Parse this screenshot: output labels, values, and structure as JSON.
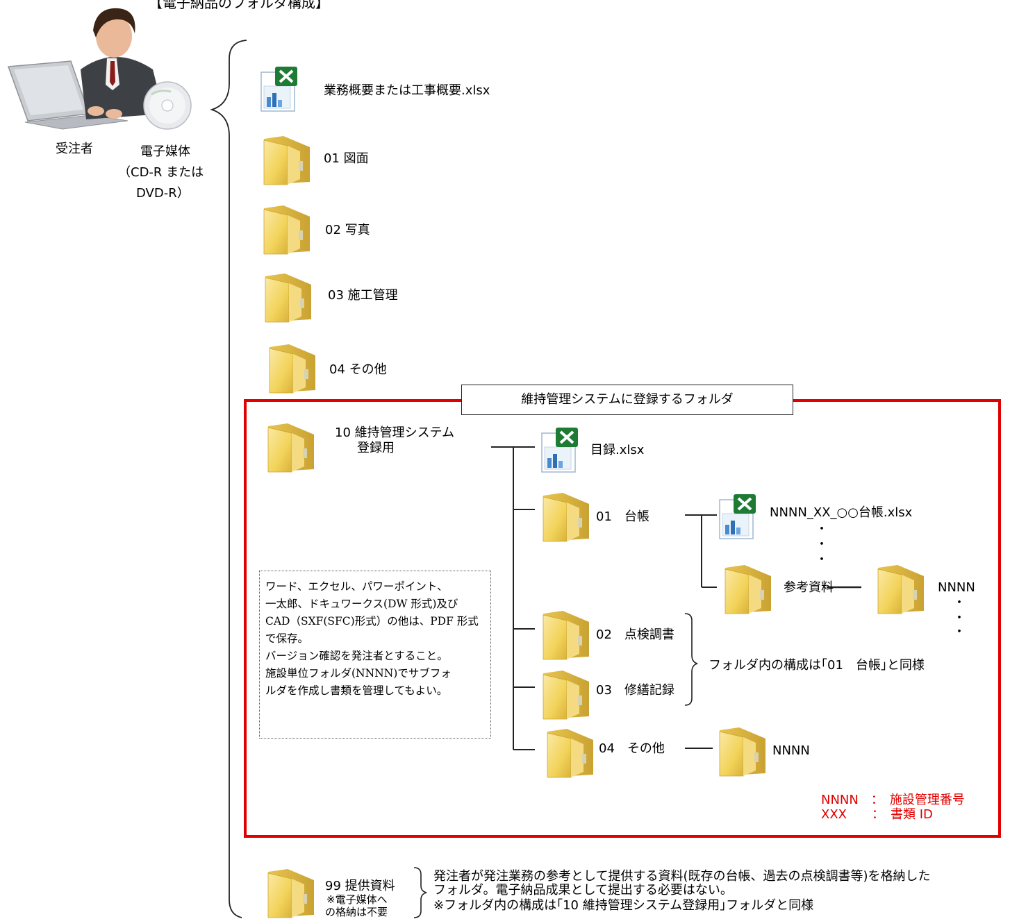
{
  "title": "【電子納品のフォルダ構成】",
  "actors": {
    "contractor": "受注者",
    "media_line1": "電子媒体",
    "media_line2": "（CD-R または",
    "media_line3": "DVD-R）"
  },
  "root_items": {
    "summary_file": "業務概要または工事概要.xlsx",
    "folder_01": "01 図面",
    "folder_02": "02 写真",
    "folder_03": "03 施工管理",
    "folder_04": "04 その他",
    "folder_99_line1": "99 提供資料",
    "folder_99_line2": "※電子媒体へ",
    "folder_99_line3": "の格納は不要"
  },
  "registration": {
    "banner": "維持管理システムに登録するフォルダ",
    "folder_10_line1": "10 維持管理システム",
    "folder_10_line2": "登録用",
    "catalog_file": "目録.xlsx",
    "sub_01": "01　台帳",
    "sub_02": "02　点検調書",
    "sub_03": "03　修繕記録",
    "sub_04": "04　その他",
    "ledger_file": "NNNN_XX_○○台帳.xlsx",
    "reference": "参考資料",
    "nnnn_a": "NNNN",
    "nnnn_b": "NNNN",
    "same_structure": "フォルダ内の構成は｢01　台帳｣と同様",
    "dots": "・",
    "legend_line1": "NNNN　：　施設管理番号",
    "legend_line2": "XXX　　：　書類 ID"
  },
  "note": {
    "lines": [
      "ワード、エクセル、パワーポイント、",
      "一太郎、ドキュワークス(DW 形式)及び",
      "CAD（SXF(SFC)形式）の他は、PDF 形式",
      "で保存。",
      "バージョン確認を発注者とすること。",
      "施設単位フォルダ(NNNN)でサブフォ",
      "ルダを作成し書類を管理してもよい。"
    ]
  },
  "provided_note": {
    "line1": "発注者が発注業務の参考として提供する資料(既存の台帳、過去の点検調書等)を格納した",
    "line2": "フォルダ。電子納品成果として提出する必要はない。",
    "line3": "※フォルダ内の構成は｢10 維持管理システム登録用｣フォルダと同様"
  },
  "colors": {
    "accent_red": "#e00000",
    "folder_yellow": "#f2d35a",
    "excel_green": "#1e7b34"
  }
}
